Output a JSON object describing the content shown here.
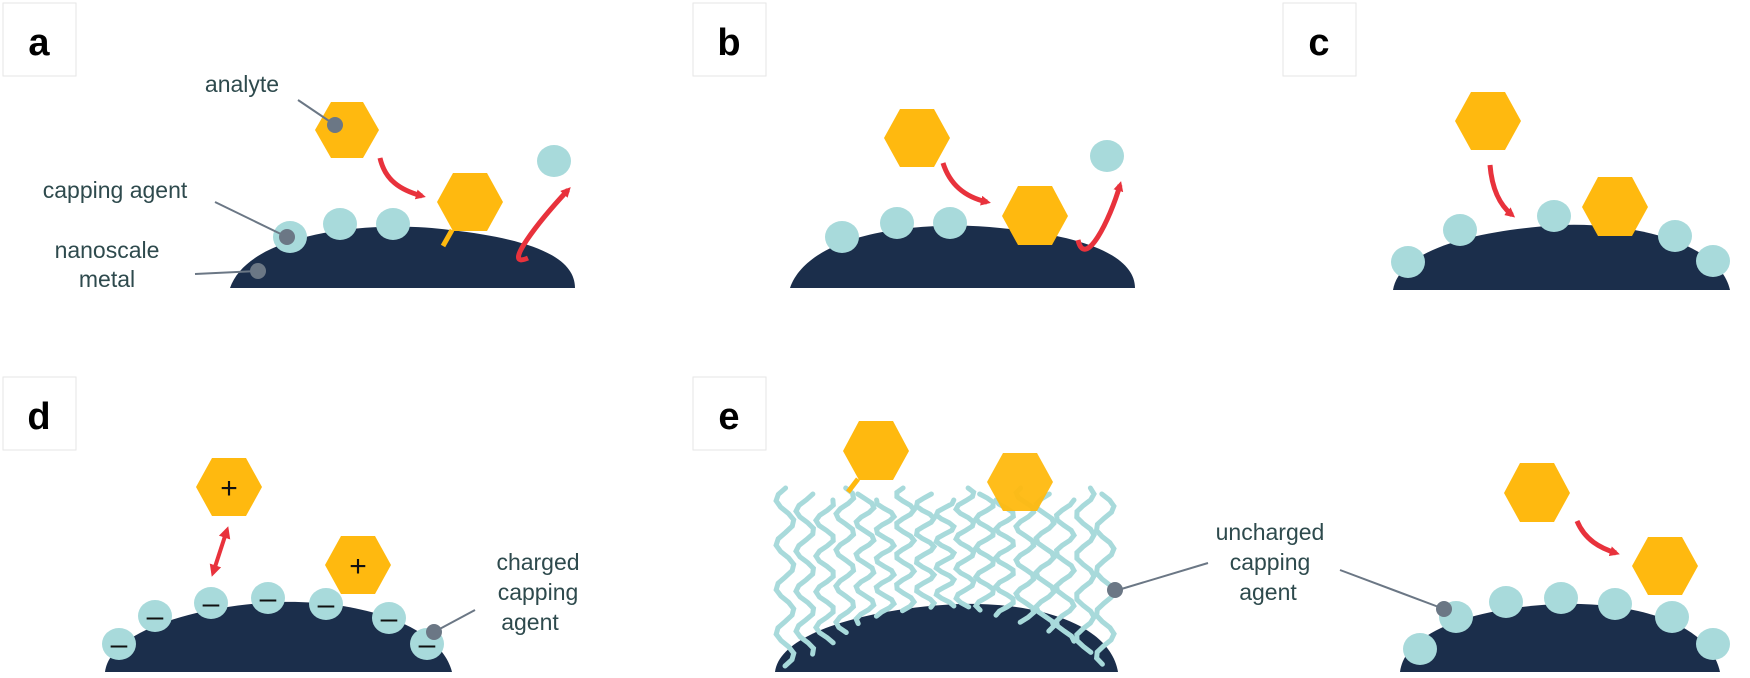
{
  "panels": {
    "a": {
      "letter": "a"
    },
    "b": {
      "letter": "b"
    },
    "c": {
      "letter": "c"
    },
    "d": {
      "letter": "d"
    },
    "e": {
      "letter": "e"
    }
  },
  "labels": {
    "analyte": "analyte",
    "capping_agent": "capping agent",
    "nanoscale_metal_line1": "nanoscale",
    "nanoscale_metal_line2": "metal",
    "charged_line1": "charged",
    "charged_line2": "capping",
    "charged_line3": "agent",
    "uncharged_line1": "uncharged",
    "uncharged_line2": "capping",
    "uncharged_line3": "agent"
  },
  "signs": {
    "positive": "+",
    "negative": "–"
  },
  "colors": {
    "metal": "#1b2e4b",
    "capping": "#a8dadb",
    "analyte": "#ffb90f",
    "arrow": "#e8323c",
    "pointer": "#6b7785",
    "label_text": "#2e4a4d"
  }
}
